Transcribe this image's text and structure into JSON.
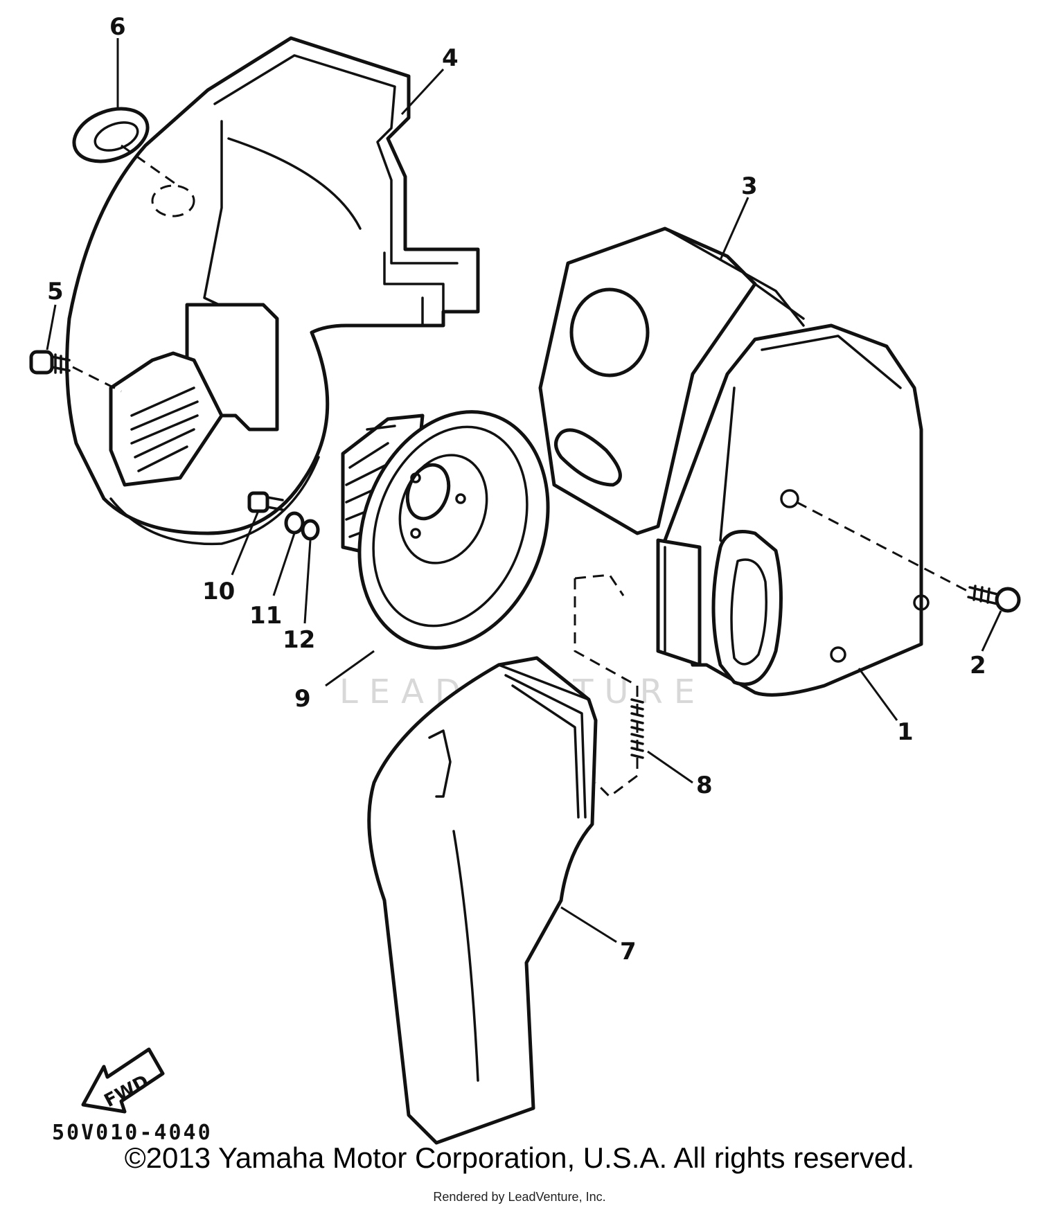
{
  "callouts": {
    "c1": "1",
    "c2": "2",
    "c3": "3",
    "c4": "4",
    "c5": "5",
    "c6": "6",
    "c7": "7",
    "c8": "8",
    "c9": "9",
    "c10": "10",
    "c11": "11",
    "c12": "12"
  },
  "fwd_label": "FWD",
  "diagram_code": "50V010-4040",
  "watermark": "LEADVENTURE",
  "copyright": "©2013 Yamaha Motor Corporation, U.S.A. All rights reserved.",
  "rendered_by": "Rendered by LeadVenture, Inc."
}
